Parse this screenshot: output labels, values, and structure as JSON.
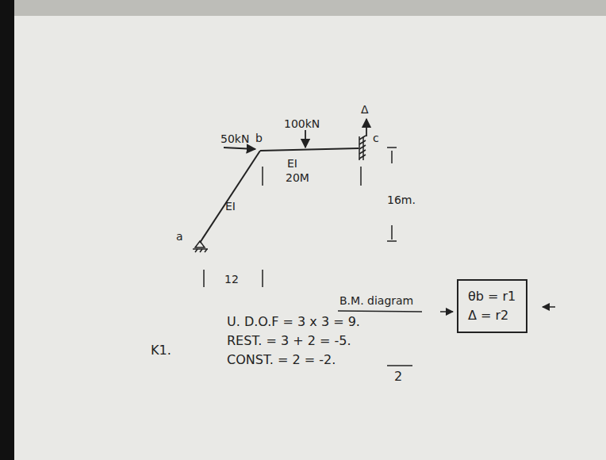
{
  "diagram": {
    "nodes": [
      {
        "text": [
          "θb = r1",
          "Δ = r2"
        ]
      }
    ],
    "labels": [
      "50kN",
      "b",
      "100kN",
      "Δ",
      "c",
      "EI",
      "20M",
      "16m.",
      "EI",
      "a",
      "12",
      "B.M. diagram",
      "K1.",
      "U. D.O.F = 3 x 3 = 9.",
      "REST. = 3 + 2 = -5.",
      "CONST. = 2 = -2.",
      "2"
    ]
  }
}
